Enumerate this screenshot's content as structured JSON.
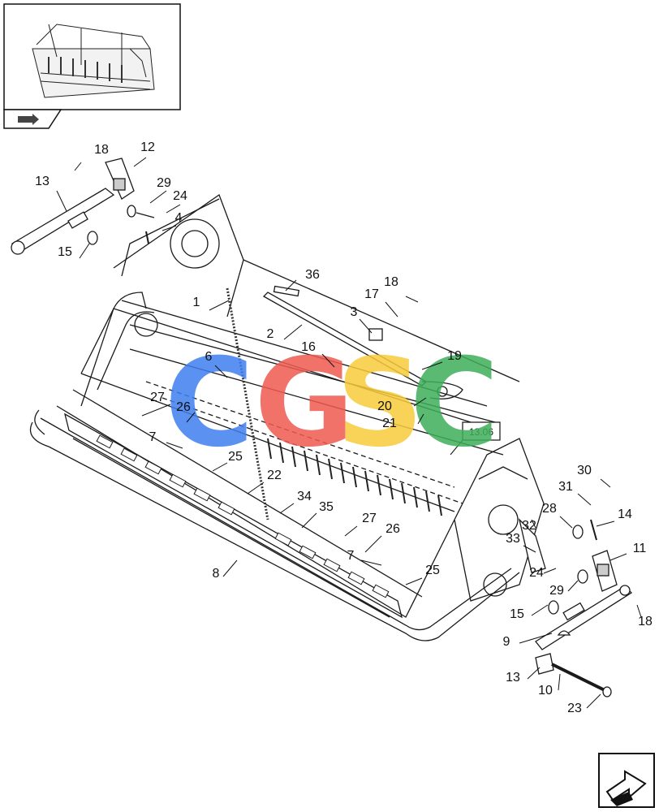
{
  "diagram": {
    "callouts": [
      "18",
      "12",
      "13",
      "29",
      "24",
      "4",
      "15",
      "36",
      "1",
      "18",
      "17",
      "3",
      "2",
      "16",
      "19",
      "6",
      "20",
      "21",
      "27",
      "26",
      "7",
      "25",
      "22",
      "34",
      "35",
      "27",
      "26",
      "7",
      "25",
      "8",
      "30",
      "31",
      "28",
      "14",
      "32",
      "33",
      "24",
      "29",
      "11",
      "15",
      "9",
      "18",
      "13",
      "10",
      "23"
    ],
    "reference_box": "13.06",
    "watermark": [
      "C",
      "G",
      "S",
      "C"
    ],
    "nav_prev_icon": "arrow-prev-icon",
    "nav_next_icon": "arrow-next-icon"
  },
  "colors": {
    "line": "#1a1a1a",
    "watermark_blue": "#3f7ff0",
    "watermark_red": "#ef5a50",
    "watermark_yellow": "#f7cc3a",
    "watermark_green": "#3fae5a"
  }
}
